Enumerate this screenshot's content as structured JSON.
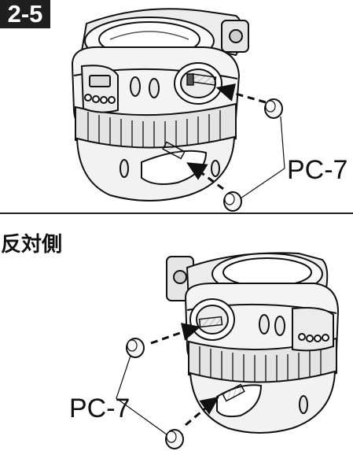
{
  "step": {
    "label": "2-5"
  },
  "section": {
    "heading": "反対側"
  },
  "parts": [
    {
      "code": "PC-7"
    },
    {
      "code": "PC-7"
    }
  ],
  "colors": {
    "ink": "#111111",
    "body_fill": "#f4f4f4",
    "shade": "#cfcfcf",
    "badge": "#1f1f1f"
  }
}
